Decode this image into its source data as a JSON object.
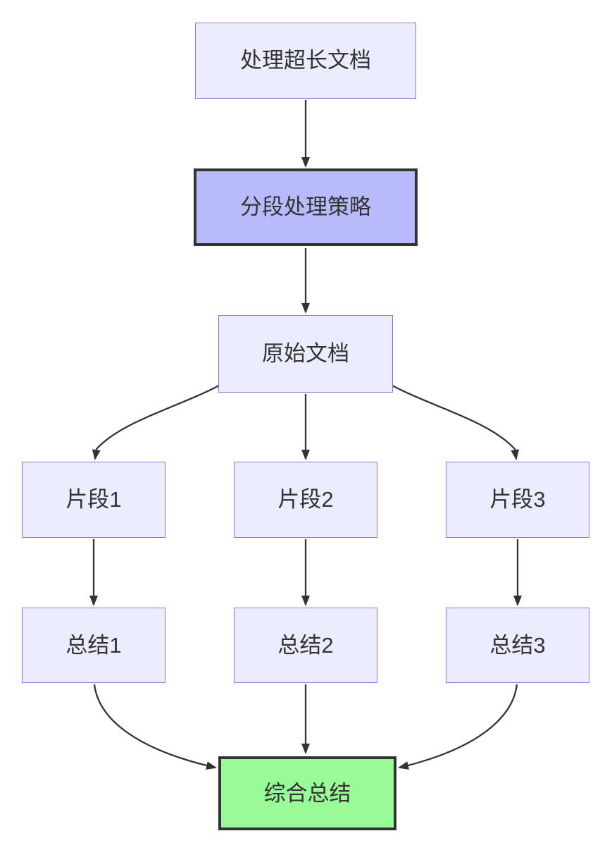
{
  "diagram": {
    "type": "flowchart",
    "direction": "top-down",
    "nodes": [
      {
        "id": "process",
        "label": "处理超长文档",
        "style": "default"
      },
      {
        "id": "strategy",
        "label": "分段处理策略",
        "style": "highlight"
      },
      {
        "id": "original",
        "label": "原始文档",
        "style": "default"
      },
      {
        "id": "fragment1",
        "label": "片段1",
        "style": "default"
      },
      {
        "id": "fragment2",
        "label": "片段2",
        "style": "default"
      },
      {
        "id": "fragment3",
        "label": "片段3",
        "style": "default"
      },
      {
        "id": "summary1",
        "label": "总结1",
        "style": "default"
      },
      {
        "id": "summary2",
        "label": "总结2",
        "style": "default"
      },
      {
        "id": "summary3",
        "label": "总结3",
        "style": "default"
      },
      {
        "id": "final",
        "label": "综合总结",
        "style": "result"
      }
    ],
    "edges": [
      {
        "from": "process",
        "to": "strategy"
      },
      {
        "from": "strategy",
        "to": "original"
      },
      {
        "from": "original",
        "to": "fragment1"
      },
      {
        "from": "original",
        "to": "fragment2"
      },
      {
        "from": "original",
        "to": "fragment3"
      },
      {
        "from": "fragment1",
        "to": "summary1"
      },
      {
        "from": "fragment2",
        "to": "summary2"
      },
      {
        "from": "fragment3",
        "to": "summary3"
      },
      {
        "from": "summary1",
        "to": "final"
      },
      {
        "from": "summary2",
        "to": "final"
      },
      {
        "from": "summary3",
        "to": "final"
      }
    ],
    "colors": {
      "background": "#ffffff",
      "node_fill": "#ececff",
      "node_border": "#9370db",
      "highlight_fill": "#b9bafc",
      "highlight_border": "#333333",
      "result_fill": "#98fb98",
      "result_border": "#333333",
      "edge": "#333333",
      "text": "#333333"
    }
  }
}
